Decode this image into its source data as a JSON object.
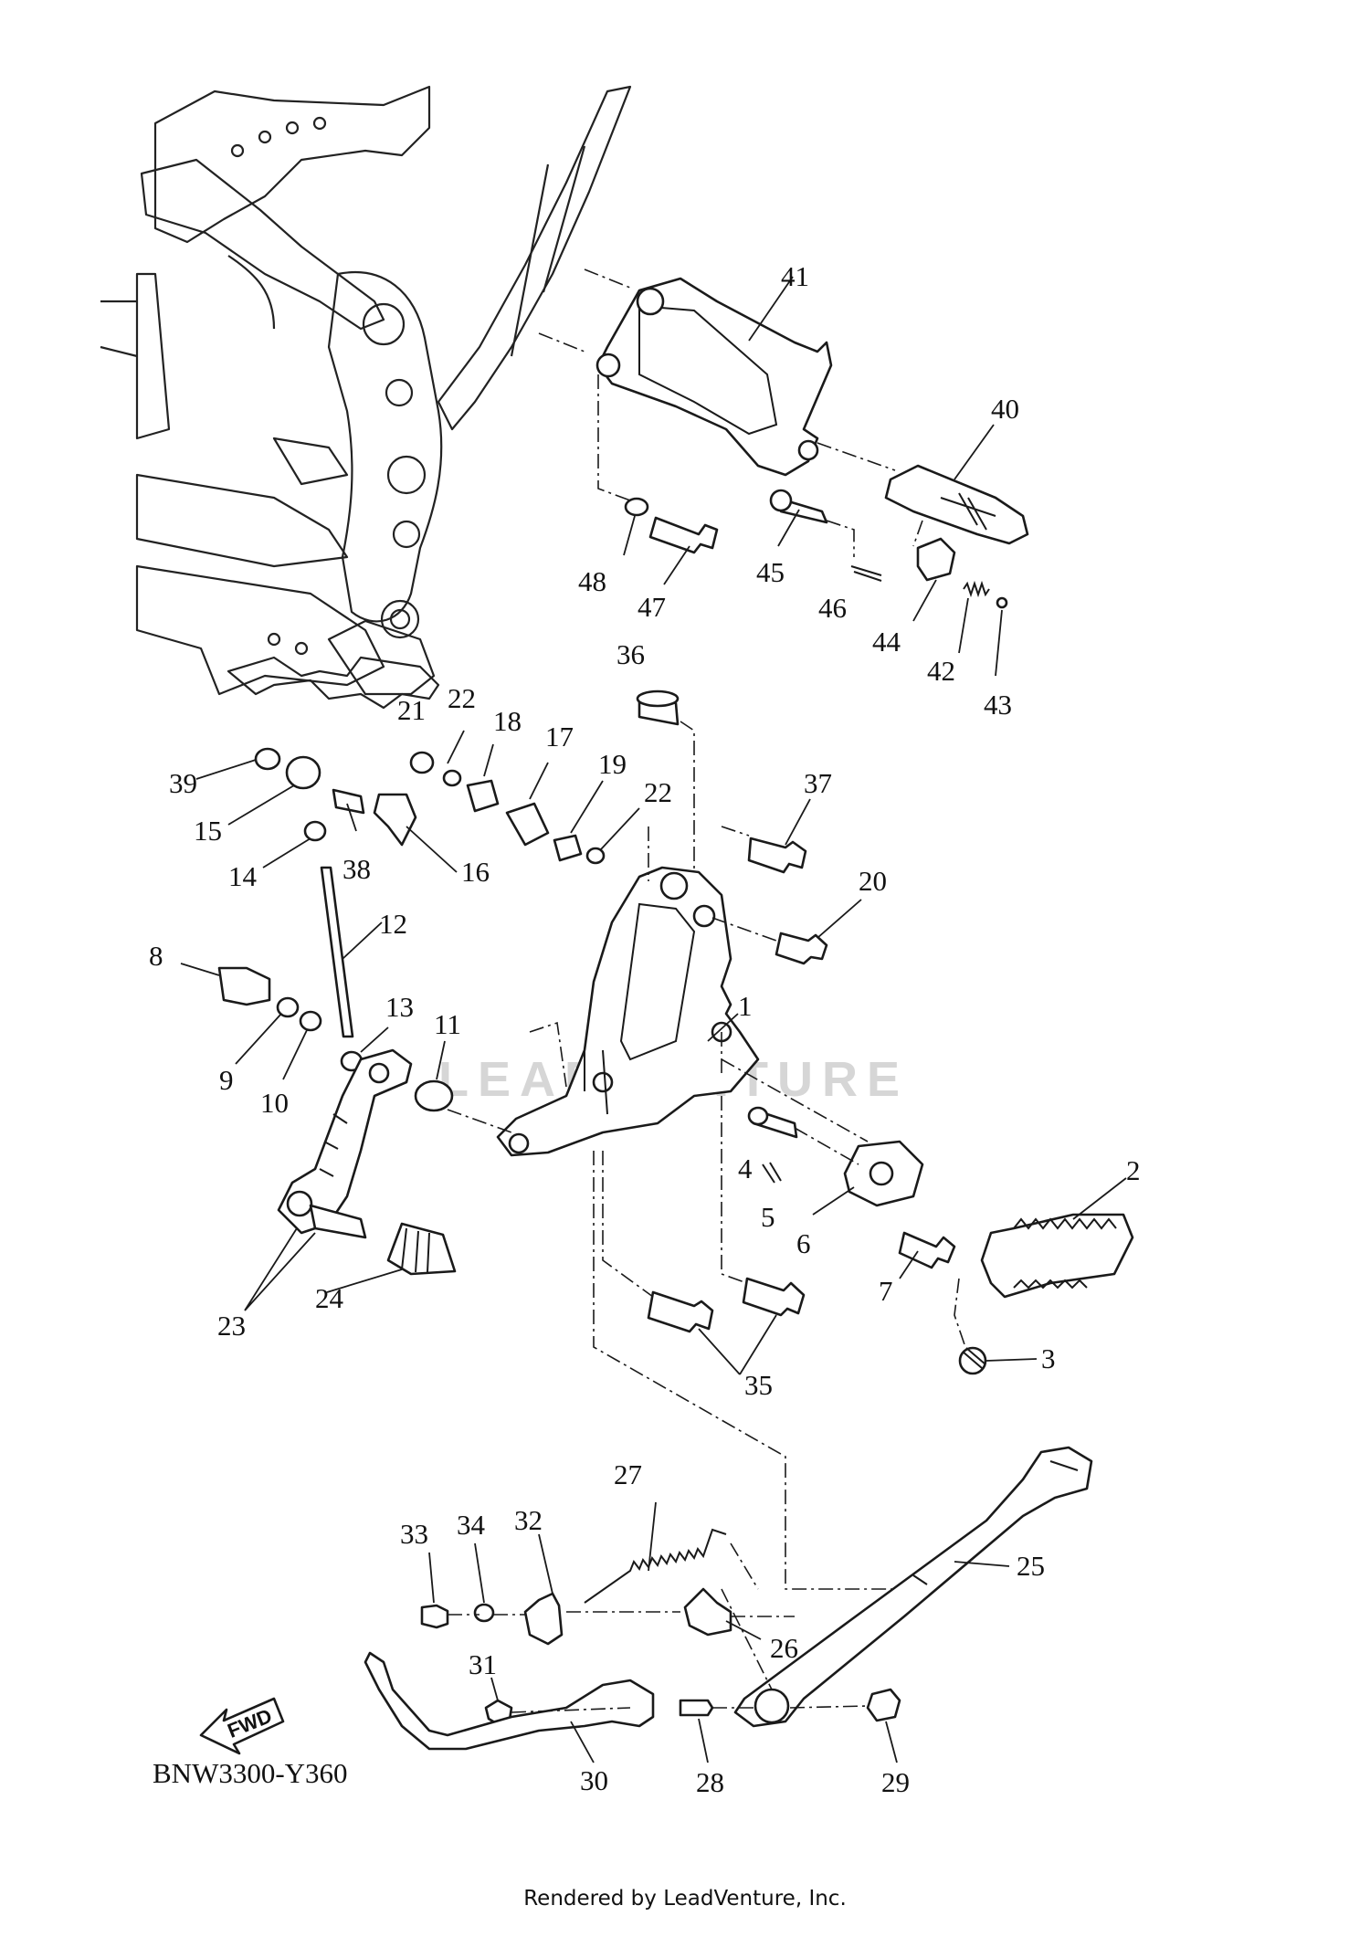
{
  "diagram": {
    "code": "BNW3300-Y360",
    "fwd_label": "FWD",
    "watermark": "LEADVENTURE",
    "footer": "Rendered by LeadVenture, Inc.",
    "callouts": [
      "1",
      "2",
      "3",
      "4",
      "5",
      "6",
      "7",
      "8",
      "9",
      "10",
      "11",
      "12",
      "13",
      "14",
      "15",
      "16",
      "17",
      "18",
      "19",
      "20",
      "21",
      "22",
      "22",
      "23",
      "24",
      "25",
      "26",
      "27",
      "28",
      "29",
      "30",
      "31",
      "32",
      "33",
      "34",
      "35",
      "36",
      "37",
      "38",
      "39",
      "40",
      "41",
      "42",
      "43",
      "44",
      "45",
      "46",
      "47",
      "48"
    ]
  }
}
